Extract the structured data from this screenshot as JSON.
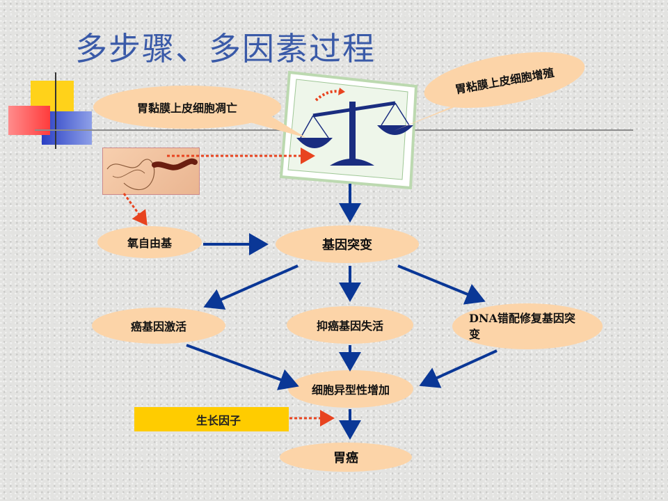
{
  "title": "多步骤、多因素过程",
  "nodes": {
    "apoptosis": "胃黏膜上皮细胞凋亡",
    "proliferation": "胃粘膜上皮细胞增殖",
    "oxygen_radicals": "氧自由基",
    "gene_mutation": "基因突变",
    "oncogene_activation": "癌基因激活",
    "tumor_suppressor_inactivation": "抑癌基因失活",
    "dna_repair_gene_mutation": "DNA错配修复基因突变",
    "cell_atypia_increase": "细胞异型性增加",
    "growth_factor": "生长因子",
    "gastric_cancer": "胃癌"
  },
  "colors": {
    "title": "#3a5aa8",
    "oval_fill": "#fcd4a8",
    "arrow": "#0a3796",
    "dotted_arrow": "#e8431f",
    "growth_box": "#ffcc00"
  },
  "icons": [
    "balance-scale-icon",
    "bacteria-image"
  ]
}
